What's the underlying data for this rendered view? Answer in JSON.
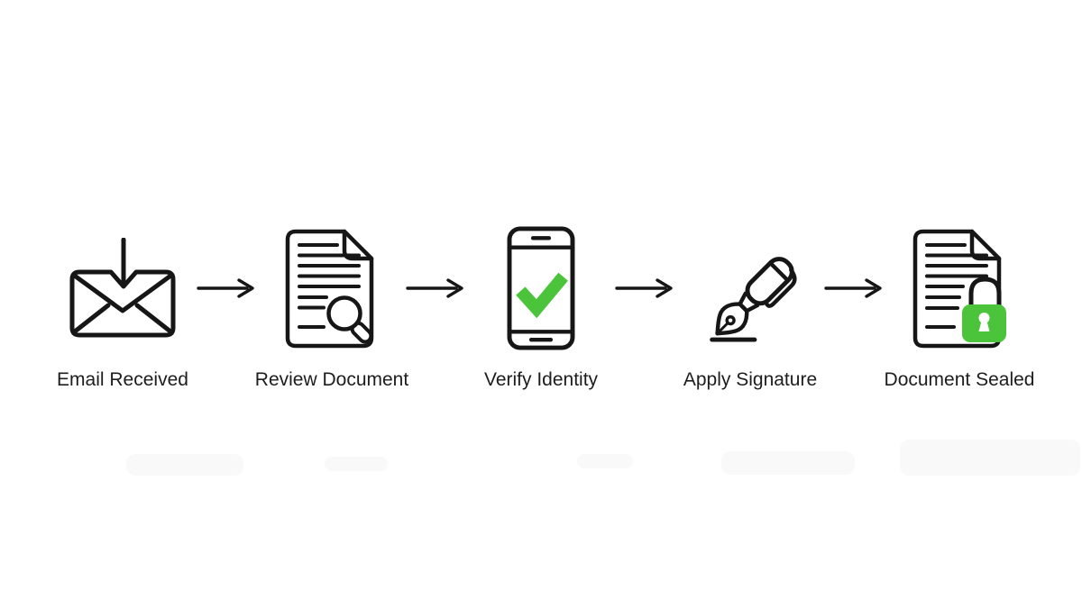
{
  "colors": {
    "background": "#ffffff",
    "line": "#161616",
    "green": "#4bc43c",
    "label": "#1d1d1d"
  },
  "flow": {
    "steps": [
      {
        "id": "email-received",
        "label": "Email Received",
        "icon": "envelope-download-icon"
      },
      {
        "id": "review-document",
        "label": "Review Document",
        "icon": "document-magnifier-icon"
      },
      {
        "id": "verify-identity",
        "label": "Verify Identity",
        "icon": "smartphone-checkmark-icon"
      },
      {
        "id": "apply-signature",
        "label": "Apply Signature",
        "icon": "fountain-pen-icon"
      },
      {
        "id": "document-sealed",
        "label": "Document Sealed",
        "icon": "document-lock-icon"
      }
    ],
    "connector_icon": "arrow-right-icon"
  }
}
